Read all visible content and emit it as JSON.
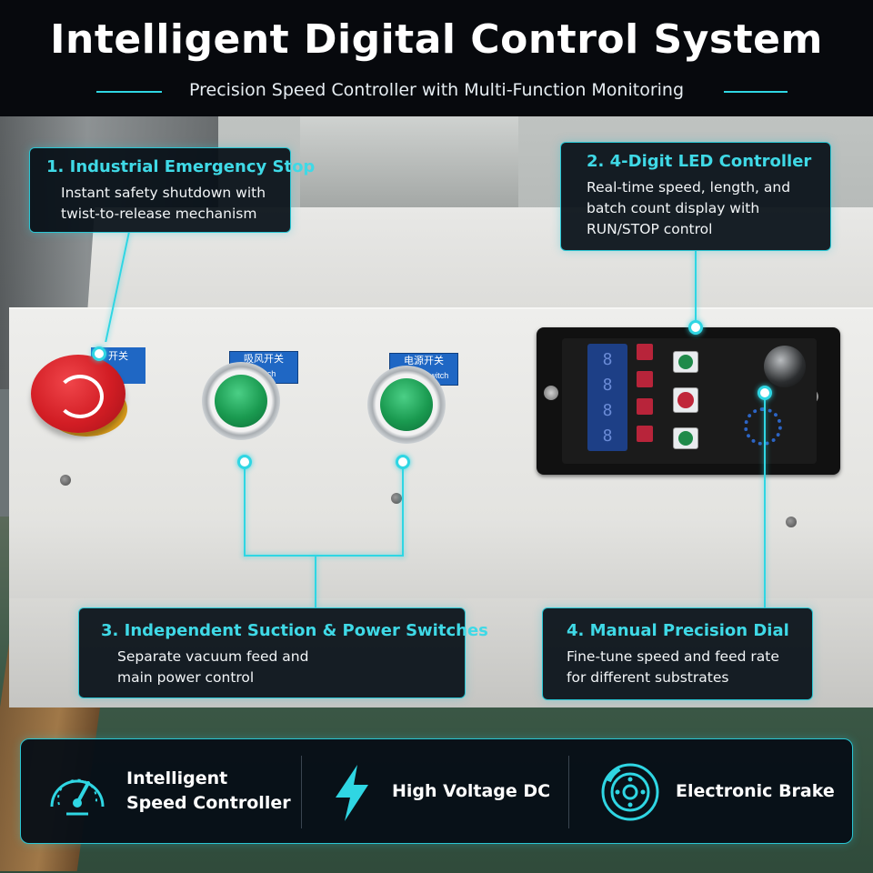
{
  "header": {
    "title": "Intelligent Digital Control System",
    "subtitle": "Precision Speed Controller with Multi-Function Monitoring"
  },
  "callouts": [
    {
      "title": "1. Industrial Emergency Stop",
      "lines": [
        "Instant safety shutdown with",
        "twist-to-release mechanism"
      ]
    },
    {
      "title": "2. 4-Digit LED Controller",
      "lines": [
        "Real-time speed, length, and",
        "batch count display with",
        "RUN/STOP control"
      ]
    },
    {
      "title": "3. Independent Suction & Power Switches",
      "lines": [
        "Separate vacuum feed and",
        "main power control"
      ]
    },
    {
      "title": "4. Manual Precision Dial",
      "lines": [
        "Fine-tune speed and feed rate",
        "for different substrates"
      ]
    }
  ],
  "panel_labels": {
    "estop": "开关",
    "suction": "吸风开关",
    "suction_sub": "Switch",
    "power": "电源开关",
    "power_sub": "Power Switch"
  },
  "led_digits": [
    "8",
    "8",
    "8",
    "8"
  ],
  "features": [
    {
      "icon": "speedometer-icon",
      "lines": [
        "Intelligent",
        "Speed Controller"
      ]
    },
    {
      "icon": "lightning-icon",
      "lines": [
        "High Voltage DC"
      ]
    },
    {
      "icon": "brake-disc-icon",
      "lines": [
        "Electronic Brake"
      ]
    }
  ],
  "colors": {
    "accent": "#2fd6e3",
    "title_accent": "#3fd9e6",
    "background": "#07090d"
  }
}
